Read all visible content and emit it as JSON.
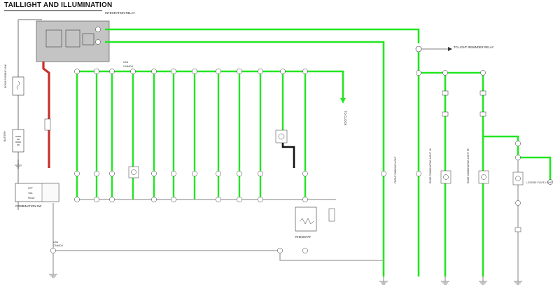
{
  "title": "TAILLIGHT AND ILLUMINATION",
  "colors": {
    "wire_green": "#22e622",
    "wire_red": "#c8302a",
    "wire_gray": "#9a9a9a",
    "wire_black": "#111111",
    "relay_box": "#c4c4c4"
  },
  "labels": {
    "integration_relay": "INTEGRATION RELAY",
    "fuse_block": "ECU-B FUSIBLE LINK",
    "battery": "BATTERY",
    "combination_sw": "COMBINATION SW",
    "light_reminder": "TO LIGHT REMINDER RELAY",
    "clock": "TO CLOCK",
    "rheostat": "RHEOSTAT",
    "front_parking_light": "FRONT PARKING LIGHT",
    "rear_light_lh": "REAR COMBINATION LIGHT LH",
    "rear_light_rh": "REAR COMBINATION LIGHT RH",
    "license_plate_light": "LICENSE PLATE LIGHT",
    "usa": "USA",
    "canada": "CANADA",
    "off": "OFF",
    "tail": "TAIL",
    "head": "HEAD"
  },
  "icons": [
    "ground-icon",
    "connector-icon",
    "lamp-icon",
    "fuse-icon",
    "battery-icon",
    "switch-icon"
  ]
}
